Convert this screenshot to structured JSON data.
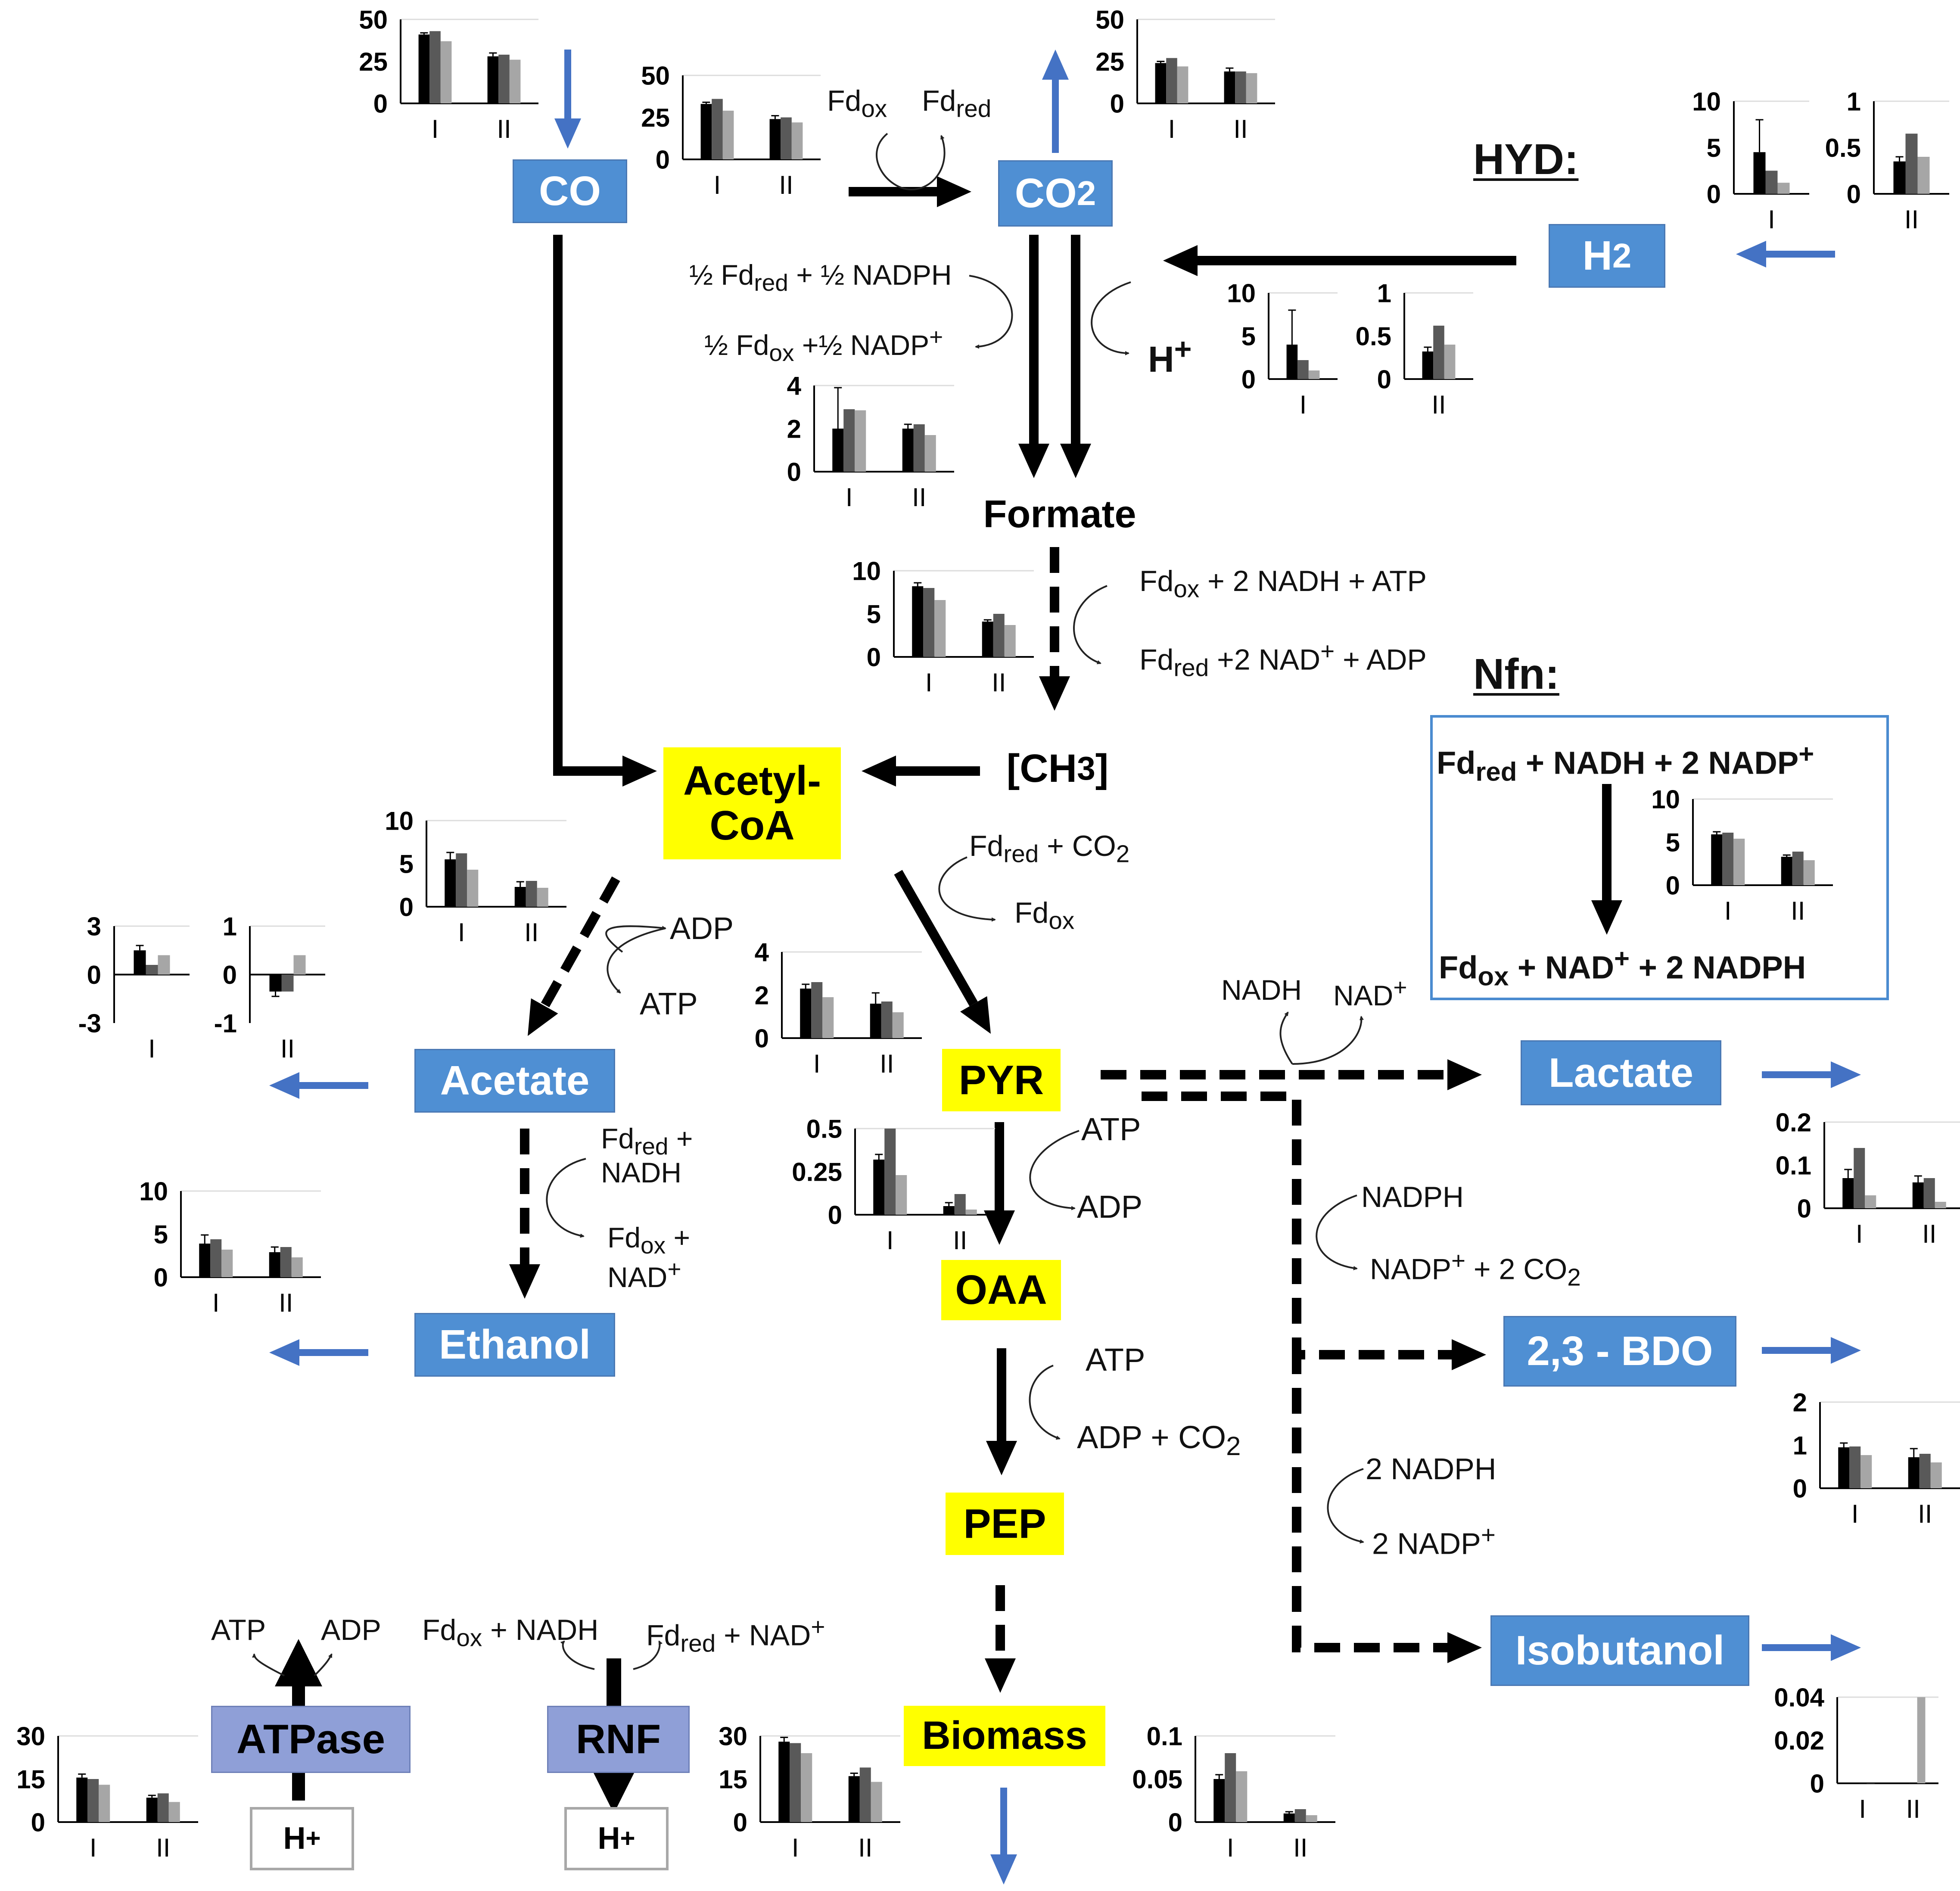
{
  "colors": {
    "product_fill": "#4f8fd3",
    "intermediate_fill": "#ffff00",
    "enzyme_fill": "#8f9fd7",
    "export_arrow": "#4472c4",
    "pathway_arrow": "#000000",
    "bar_series": [
      "#000000",
      "#595959",
      "#a6a6a6"
    ]
  },
  "nodes": {
    "co": "CO",
    "co2": "CO<sub>2</sub>",
    "h2": "H<sub>2</sub>",
    "formate": "Formate",
    "ch3": "[CH<sub>3</sub>]",
    "acetyl_coa": "Acetyl-<br>CoA",
    "acetate": "Acetate",
    "ethanol": "Ethanol",
    "pyr": "PYR",
    "oaa": "OAA",
    "pep": "PEP",
    "biomass": "Biomass",
    "lactate": "Lactate",
    "bdo": "2,3 - BDO",
    "isobutanol": "Isobutanol",
    "atpase": "ATPase",
    "rnf": "RNF",
    "h_plus_atpase": "H<sup>+</sup>",
    "h_plus_rnf": "H<sup>+</sup>"
  },
  "cofactors": {
    "co_fdox": "Fd<sub>ox</sub>",
    "co_fdred": "Fd<sub>red</sub>",
    "fdh_top": "½ Fd<sub>red</sub> + ½ NADPH",
    "fdh_bottom": "½ Fd<sub>ox</sub> +½ NADP<sup>+</sup>",
    "hyd_h": "H<sup>+</sup>",
    "formate_top": "Fd<sub>ox</sub> + 2 NADH + ATP",
    "formate_bottom": "Fd<sub>red</sub> +2 NAD<sup>+</sup> + ADP",
    "acetate_adp": "ADP",
    "acetate_atp": "ATP",
    "pfor_top": "Fd<sub>red</sub> + CO<sub>2</sub>",
    "pfor_bottom": "Fd<sub>ox</sub>",
    "ethanol_top": "Fd<sub>red</sub> +<br>NADH",
    "ethanol_bottom": "Fd<sub>ox</sub> +<br>NAD<sup>+</sup>",
    "lactate_nadh": "NADH",
    "lactate_nad": "NAD<sup>+</sup>",
    "pyr_atp": "ATP",
    "pyr_adp": "ADP",
    "oaa_atp": "ATP",
    "oaa_adp": "ADP + CO<sub>2</sub>",
    "bdo_nadph": "NADPH",
    "bdo_nadp": "NADP<sup>+</sup> + 2 CO<sub>2</sub>",
    "iso_nadph": "2 NADPH",
    "iso_nadp": "2 NADP<sup>+</sup>",
    "atpase_atp": "ATP",
    "atpase_adp": "ADP",
    "rnf_left": "Fd<sub>ox</sub> + NADH",
    "rnf_right": "Fd<sub>red</sub> + NAD<sup>+</sup>"
  },
  "headings": {
    "hyd": "HYD:",
    "nfn": "Nfn:",
    "nfn_top": "Fd<sub>red</sub>  + NADH + 2 NADP<sup>+</sup>",
    "nfn_bottom": "Fd<sub>ox</sub>  + NAD<sup>+</sup> + 2 NADPH"
  },
  "chart_data": [
    {
      "id": "co",
      "type": "bar",
      "categories": [
        "I",
        "II"
      ],
      "yticks": [
        "50",
        "25",
        "0"
      ],
      "ylim": [
        0,
        50
      ],
      "values": [
        [
          41,
          43,
          37
        ],
        [
          28,
          29,
          26
        ]
      ],
      "errors": [
        [
          1,
          0,
          0
        ],
        [
          2,
          0,
          0
        ]
      ]
    },
    {
      "id": "fdh_left",
      "type": "bar",
      "categories": [
        "I",
        "II"
      ],
      "yticks": [
        "50",
        "25",
        "0"
      ],
      "ylim": [
        0,
        50
      ],
      "values": [
        [
          33,
          36,
          29
        ],
        [
          24,
          25,
          22
        ]
      ],
      "errors": [
        [
          1,
          0,
          0
        ],
        [
          2,
          0,
          0
        ]
      ]
    },
    {
      "id": "co2",
      "type": "bar",
      "categories": [
        "I",
        "II"
      ],
      "yticks": [
        "50",
        "25",
        "0"
      ],
      "ylim": [
        0,
        50
      ],
      "values": [
        [
          24,
          27,
          22
        ],
        [
          19,
          19,
          18
        ]
      ],
      "errors": [
        [
          1,
          0,
          0
        ],
        [
          2,
          0,
          0
        ]
      ]
    },
    {
      "id": "h2_I",
      "type": "bar",
      "categories": [
        "I"
      ],
      "yticks": [
        "10",
        "5",
        "0"
      ],
      "ylim": [
        0,
        10
      ],
      "values": [
        [
          4.5,
          2.5,
          1.2
        ]
      ],
      "errors": [
        [
          3.5,
          0,
          0
        ]
      ]
    },
    {
      "id": "h2_II",
      "type": "bar",
      "categories": [
        "II"
      ],
      "yticks": [
        "1",
        "0.5",
        "0"
      ],
      "ylim": [
        0,
        1
      ],
      "values": [
        [
          0.35,
          0.65,
          0.4
        ]
      ],
      "errors": [
        [
          0.05,
          0,
          0
        ]
      ]
    },
    {
      "id": "hyd_I",
      "type": "bar",
      "categories": [
        "I"
      ],
      "yticks": [
        "10",
        "5",
        "0"
      ],
      "ylim": [
        0,
        10
      ],
      "values": [
        [
          4,
          2.2,
          1
        ]
      ],
      "errors": [
        [
          4,
          0,
          0
        ]
      ]
    },
    {
      "id": "hyd_II",
      "type": "bar",
      "categories": [
        "II"
      ],
      "yticks": [
        "1",
        "0.5",
        "0"
      ],
      "ylim": [
        0,
        1
      ],
      "values": [
        [
          0.32,
          0.62,
          0.4
        ]
      ],
      "errors": [
        [
          0.05,
          0,
          0
        ]
      ]
    },
    {
      "id": "fdh",
      "type": "bar",
      "categories": [
        "I",
        "II"
      ],
      "yticks": [
        "4",
        "2",
        "0"
      ],
      "ylim": [
        0,
        4
      ],
      "values": [
        [
          2,
          2.9,
          2.85
        ],
        [
          2,
          2.2,
          1.7
        ]
      ],
      "errors": [
        [
          1.9,
          0,
          0
        ],
        [
          0.2,
          0,
          0
        ]
      ]
    },
    {
      "id": "formate",
      "type": "bar",
      "categories": [
        "I",
        "II"
      ],
      "yticks": [
        "10",
        "5",
        "0"
      ],
      "ylim": [
        0,
        10
      ],
      "values": [
        [
          8.2,
          8,
          6.6
        ],
        [
          4.1,
          5,
          3.7
        ]
      ],
      "errors": [
        [
          0.4,
          0,
          0
        ],
        [
          0.2,
          0,
          0
        ]
      ]
    },
    {
      "id": "acetyl",
      "type": "bar",
      "categories": [
        "I",
        "II"
      ],
      "yticks": [
        "10",
        "5",
        "0"
      ],
      "ylim": [
        0,
        10
      ],
      "values": [
        [
          5.5,
          6.2,
          4.3
        ],
        [
          2.3,
          3,
          2.2
        ]
      ],
      "errors": [
        [
          0.8,
          0,
          0
        ],
        [
          0.6,
          0,
          0
        ]
      ]
    },
    {
      "id": "acetate_I",
      "type": "bar",
      "categories": [
        "I"
      ],
      "yticks": [
        "3",
        "0",
        "-3"
      ],
      "ylim": [
        -3,
        3
      ],
      "values": [
        [
          1.5,
          0.6,
          1.2
        ]
      ],
      "errors": [
        [
          0.3,
          0,
          0
        ]
      ]
    },
    {
      "id": "acetate_II",
      "type": "bar",
      "categories": [
        "II"
      ],
      "yticks": [
        "1",
        "0",
        "-1"
      ],
      "ylim": [
        -1,
        1
      ],
      "values": [
        [
          -0.35,
          -0.35,
          0.4
        ]
      ],
      "errors": [
        [
          0.1,
          0,
          0
        ]
      ]
    },
    {
      "id": "pfor",
      "type": "bar",
      "categories": [
        "I",
        "II"
      ],
      "yticks": [
        "4",
        "2",
        "0"
      ],
      "ylim": [
        0,
        4
      ],
      "values": [
        [
          2.3,
          2.6,
          1.9
        ],
        [
          1.6,
          1.7,
          1.2
        ]
      ],
      "errors": [
        [
          0.2,
          0,
          0
        ],
        [
          0.5,
          0,
          0
        ]
      ]
    },
    {
      "id": "nfn",
      "type": "bar",
      "categories": [
        "I",
        "II"
      ],
      "yticks": [
        "10",
        "5",
        "0"
      ],
      "ylim": [
        0,
        10
      ],
      "values": [
        [
          5.9,
          6.1,
          5.4
        ],
        [
          3.3,
          3.9,
          2.9
        ]
      ],
      "errors": [
        [
          0.3,
          0,
          0
        ],
        [
          0.2,
          0,
          0
        ]
      ]
    },
    {
      "id": "lactate",
      "type": "bar",
      "categories": [
        "I",
        "II"
      ],
      "yticks": [
        "0.2",
        "0.1",
        "0"
      ],
      "ylim": [
        0,
        0.2
      ],
      "values": [
        [
          0.07,
          0.14,
          0.03
        ],
        [
          0.06,
          0.07,
          0.015
        ]
      ],
      "errors": [
        [
          0.02,
          0,
          0
        ],
        [
          0.015,
          0,
          0
        ]
      ]
    },
    {
      "id": "ethanol",
      "type": "bar",
      "categories": [
        "I",
        "II"
      ],
      "yticks": [
        "10",
        "5",
        "0"
      ],
      "ylim": [
        0,
        10
      ],
      "values": [
        [
          3.9,
          4.4,
          3.2
        ],
        [
          2.9,
          3.5,
          2.3
        ]
      ],
      "errors": [
        [
          1,
          0,
          0
        ],
        [
          0.6,
          0,
          0
        ]
      ]
    },
    {
      "id": "pyr",
      "type": "bar",
      "categories": [
        "I",
        "II"
      ],
      "yticks": [
        "0.5",
        "0.25",
        "0"
      ],
      "ylim": [
        0,
        0.5
      ],
      "values": [
        [
          0.32,
          0.5,
          0.23
        ],
        [
          0.05,
          0.12,
          0.03
        ]
      ],
      "errors": [
        [
          0.03,
          0,
          0
        ],
        [
          0.02,
          0,
          0
        ]
      ]
    },
    {
      "id": "bdo",
      "type": "bar",
      "categories": [
        "I",
        "II"
      ],
      "yticks": [
        "2",
        "1",
        "0"
      ],
      "ylim": [
        0,
        2
      ],
      "values": [
        [
          0.95,
          0.97,
          0.77
        ],
        [
          0.72,
          0.8,
          0.6
        ]
      ],
      "errors": [
        [
          0.1,
          0,
          0
        ],
        [
          0.2,
          0,
          0
        ]
      ]
    },
    {
      "id": "atpase",
      "type": "bar",
      "categories": [
        "I",
        "II"
      ],
      "yticks": [
        "30",
        "15",
        "0"
      ],
      "ylim": [
        0,
        30
      ],
      "values": [
        [
          15.5,
          15,
          13
        ],
        [
          8.5,
          10,
          7
        ]
      ],
      "errors": [
        [
          1.2,
          0,
          0
        ],
        [
          0.8,
          0,
          0
        ]
      ]
    },
    {
      "id": "rnf",
      "type": "bar",
      "categories": [
        "I",
        "II"
      ],
      "yticks": [
        "30",
        "15",
        "0"
      ],
      "ylim": [
        0,
        30
      ],
      "values": [
        [
          28,
          27.5,
          24
        ],
        [
          16,
          19,
          14
        ]
      ],
      "errors": [
        [
          1.5,
          0,
          0
        ],
        [
          1,
          0,
          0
        ]
      ]
    },
    {
      "id": "biomass",
      "type": "bar",
      "categories": [
        "I",
        "II"
      ],
      "yticks": [
        "0.1",
        "0.05",
        "0"
      ],
      "ylim": [
        0,
        0.1
      ],
      "values": [
        [
          0.05,
          0.08,
          0.059
        ],
        [
          0.01,
          0.015,
          0.008
        ]
      ],
      "errors": [
        [
          0.005,
          0,
          0
        ],
        [
          0.002,
          0,
          0
        ]
      ]
    },
    {
      "id": "isobutanol",
      "type": "bar",
      "categories": [
        "I",
        "II"
      ],
      "yticks": [
        "0.04",
        "0.02",
        "0"
      ],
      "ylim": [
        0,
        0.04
      ],
      "values": [
        [
          0,
          0,
          0
        ],
        [
          0,
          0,
          0.04
        ]
      ],
      "errors": [
        [
          0,
          0,
          0
        ],
        [
          0,
          0,
          0
        ]
      ]
    }
  ]
}
